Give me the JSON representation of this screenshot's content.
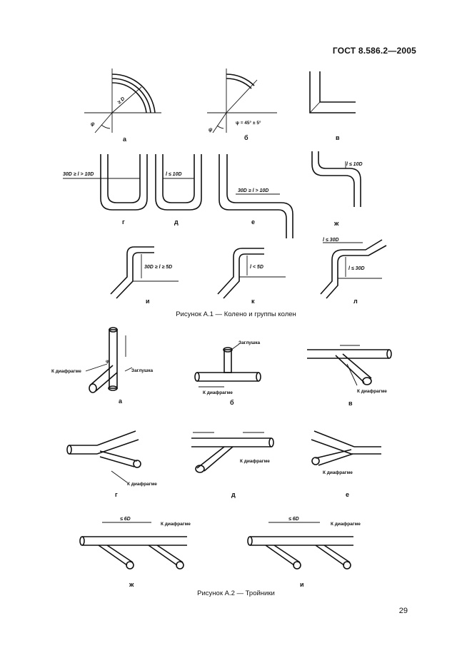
{
  "header": {
    "doc_id": "ГОСТ 8.586.2—2005"
  },
  "figure1": {
    "caption": "Рисунок А.1 — Колено и группы колен",
    "labels": [
      "а",
      "б",
      "в",
      "г",
      "д",
      "е",
      "ж",
      "и",
      "к",
      "л"
    ],
    "dims": {
      "a_radius": "≥ D",
      "a_angle": "ψ",
      "b_angle": "ψ",
      "b_range": "ψ = 45° ± 5°",
      "g": "30D ≥ l > 10D",
      "d": "l ≤ 10D",
      "e": "30D ≥ l > 10D",
      "zh": "l ≤ 10D",
      "i": "30D ≥ l ≥ 5D",
      "k": "l < 5D",
      "l_top": "l ≤ 30D",
      "l_side": "l ≤ 30D"
    }
  },
  "figure2": {
    "caption": "Рисунок А.2 — Тройники",
    "labels": [
      "а",
      "б",
      "в",
      "г",
      "д",
      "е",
      "ж",
      "и"
    ],
    "notes": {
      "to_orifice": "К диафрагме",
      "plug": "Заглушка",
      "phi": "φ",
      "dist": "≤ 6D"
    }
  },
  "page_number": "29"
}
